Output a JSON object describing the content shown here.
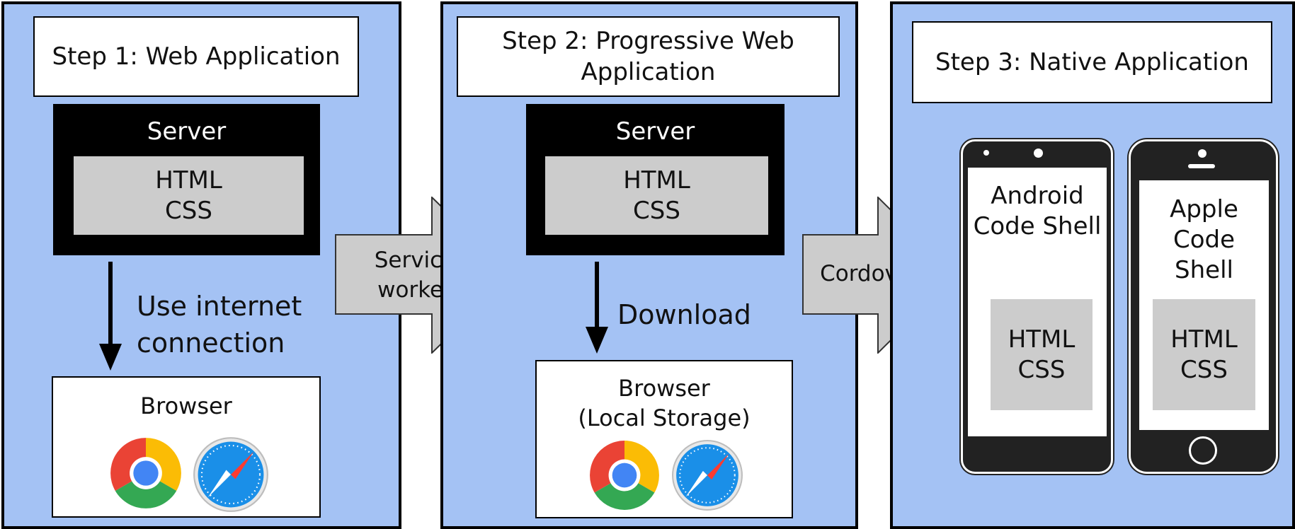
{
  "steps": [
    {
      "title": "Step 1: Web Application",
      "server_title": "Server",
      "server_content": [
        "HTML",
        "CSS"
      ],
      "connector_label": [
        "Use internet",
        "connection"
      ],
      "browser_title": "Browser",
      "icons": [
        "chrome-icon",
        "safari-icon"
      ]
    },
    {
      "title": "Step 2: Progressive Web\nApplication",
      "server_title": "Server",
      "server_content": [
        "HTML",
        "CSS"
      ],
      "connector_label": [
        "Download"
      ],
      "browser_title": "Browser\n(Local Storage)",
      "icons": [
        "chrome-icon",
        "safari-icon"
      ]
    },
    {
      "title": "Step 3: Native Application",
      "phones": [
        {
          "label": "Android\nCode Shell",
          "content": [
            "HTML",
            "CSS"
          ]
        },
        {
          "label": "Apple\nCode\nShell",
          "content": [
            "HTML",
            "CSS"
          ]
        }
      ]
    }
  ],
  "transitions": [
    {
      "label": [
        "Service",
        "worker"
      ]
    },
    {
      "label": [
        "Cordova"
      ]
    }
  ],
  "colors": {
    "panel": "#a4c2f4",
    "content_box": "#cccccc",
    "arrow": "#cccccc",
    "border": "#000000"
  }
}
